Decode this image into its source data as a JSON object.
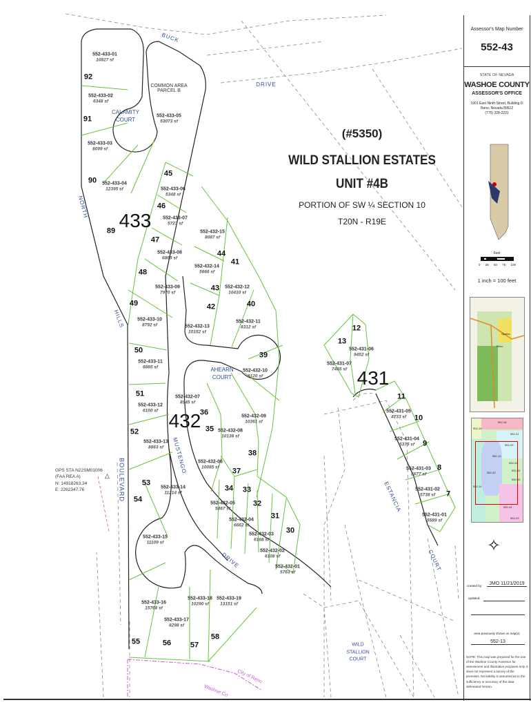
{
  "title": {
    "project": "(#5350)",
    "name": "WILD STALLION ESTATES",
    "unit": "UNIT #4B",
    "portion": "PORTION OF SW ¼ SECTION 10",
    "township": "T20N - R19E"
  },
  "books": [
    "433",
    "432",
    "431"
  ],
  "common_area": {
    "label1": "COMMON AREA",
    "label2": "PARCEL B",
    "apn": "552-433-05",
    "area": "53073 sf"
  },
  "parcels": [
    {
      "num": "92",
      "apn": "552-433-01",
      "area": "10827 sf"
    },
    {
      "num": "91",
      "apn": "552-433-02",
      "area": "6348 sf"
    },
    {
      "num": "90",
      "apn": "552-433-03",
      "area": "8099 sf"
    },
    {
      "num": "89",
      "apn": "552-433-04",
      "area": "12395 sf"
    },
    {
      "num": "45",
      "apn": "552-433-06",
      "area": "5348 sf"
    },
    {
      "num": "46",
      "apn": "552-433-07",
      "area": "5723 sf"
    },
    {
      "num": "47",
      "apn": "552-433-08",
      "area": "6869 sf"
    },
    {
      "num": "48",
      "apn": "552-433-09",
      "area": "7970 sf"
    },
    {
      "num": "49",
      "apn": "552-433-10",
      "area": "8792 sf"
    },
    {
      "num": "50",
      "apn": "552-433-11",
      "area": "6885 sf"
    },
    {
      "num": "51",
      "apn": "552-433-12",
      "area": "6100 sf"
    },
    {
      "num": "52",
      "apn": "552-433-13",
      "area": "8863 sf"
    },
    {
      "num": "53",
      "apn": "552-433-14",
      "area": "11214 sf"
    },
    {
      "num": "54",
      "apn": "552-433-15",
      "area": "11109 sf"
    },
    {
      "num": "55",
      "apn": "552-433-16",
      "area": "15768 sf"
    },
    {
      "num": "56",
      "apn": "552-433-17",
      "area": "8298 sf"
    },
    {
      "num": "57",
      "apn": "552-433-18",
      "area": "10290 sf"
    },
    {
      "num": "58",
      "apn": "552-433-19",
      "area": "13151 sf"
    },
    {
      "num": "44",
      "apn": "552-432-15",
      "area": "8087 sf"
    },
    {
      "num": "43",
      "apn": "552-432-14",
      "area": "5666 sf"
    },
    {
      "num": "41",
      "apn": "552-432-12",
      "area": "10410 sf"
    },
    {
      "num": "42",
      "apn": "552-432-13",
      "area": "10152 sf"
    },
    {
      "num": "40",
      "apn": "552-432-11",
      "area": "8312 sf"
    },
    {
      "num": "39",
      "apn": "552-432-10",
      "area": "8120 sf"
    },
    {
      "num": "36",
      "apn": "552-432-07",
      "area": "8945 sf"
    },
    {
      "num": "35",
      "apn": "552-432-08",
      "area": "10136 sf"
    },
    {
      "num": "38",
      "apn": "552-432-09",
      "area": "10361 sf"
    },
    {
      "num": "37",
      "apn": "552-432-06",
      "area": "10085 sf"
    },
    {
      "num": "34",
      "apn": "552-432-05",
      "area": "5467 sf"
    },
    {
      "num": "33",
      "apn": "552-432-04",
      "area": "6662 sf"
    },
    {
      "num": "32",
      "apn": "552-432-03",
      "area": "6168 sf"
    },
    {
      "num": "31",
      "apn": "552-432-02",
      "area": "6108 sf"
    },
    {
      "num": "30",
      "apn": "552-432-01",
      "area": "5763 sf"
    },
    {
      "num": "12",
      "apn": "552-431-06",
      "area": "9452 sf"
    },
    {
      "num": "13",
      "apn": "552-431-07",
      "area": "7465 sf"
    },
    {
      "num": "11",
      "apn": "552-431-05",
      "area": "4733 sf"
    },
    {
      "num": "10",
      "apn": "552-431-04",
      "area": "5375 sf"
    },
    {
      "num": "9",
      "apn": "552-431-03",
      "area": "5677 sf"
    },
    {
      "num": "8",
      "apn": "552-431-02",
      "area": "5738 sf"
    },
    {
      "num": "7",
      "apn": "552-431-01",
      "area": "5589 sf"
    }
  ],
  "streets": {
    "buck": "BUCK",
    "drive_top": "DRIVE",
    "north": "NORTH",
    "hills": "HILLS",
    "boulevard": "BOULEVARD",
    "mustengo": "MUSTENGO",
    "calamity1": "CALAMITY",
    "calamity2": "COURT",
    "ahearn1": "AHEARN",
    "ahearn2": "COURT",
    "drive_bottom": "DRIVE",
    "estancia": "ESTANCIA",
    "court_right": "COURT",
    "wild": "WILD",
    "stallion": "STALLION",
    "wild_court": "COURT"
  },
  "boundary": {
    "reno": "City of Reno",
    "washoe": "Washoe Co"
  },
  "gps": {
    "line1": "GPS STA N22SM01006",
    "line2": "(FAA REA A)",
    "north": "N: 14918263.34",
    "east": "E: 2262347.76"
  },
  "panel": {
    "map_number_label": "Assessor's Map Number",
    "map_number": "552-43",
    "state": "STATE OF NEVADA",
    "county": "WASHOE COUNTY",
    "office": "ASSESSOR'S OFFICE",
    "address1": "1001 East Ninth Street, Building D",
    "address2": "Reno, Nevada 89512",
    "phone": "(775) 328-2231",
    "scale_label": "Feet",
    "scale_ticks": [
      "0",
      "25",
      "50",
      "75",
      "100"
    ],
    "scale_text": "1 inch = 100 feet",
    "vicinity_labels": [
      "Sparks",
      "Reno"
    ],
    "index_labels": [
      "552-16",
      "552-19",
      "552-31",
      "552-33",
      "552-10",
      "552-31",
      "552-32",
      "552-43",
      "552-14",
      "552-44",
      "552-32",
      "552-25"
    ],
    "created_label": "created by:",
    "created_value": "JMO 11/21/2019",
    "updated_label": "updated:",
    "prev_label": "area previously shown on map(s)",
    "prev_value": "552-13",
    "note": "NOTE:  This map was prepared for the use of the Washoe County Assessor for assessment and illustrative purposes only.  It does not represent a survey of the premises.  No liability is assumed as to the sufficiency or accuracy of the data delineated hereon."
  },
  "colors": {
    "lot_line": "#66c23a",
    "road": "#222222",
    "street_text": "#2d4f9a",
    "boundary": "#cc55dd"
  }
}
